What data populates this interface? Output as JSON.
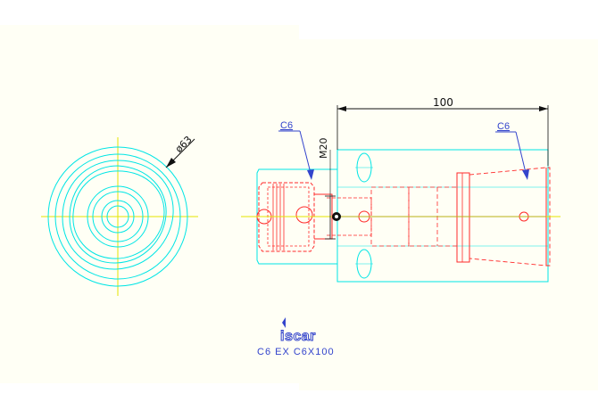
{
  "dimensions": {
    "diameter": "ø63",
    "length": "100",
    "thread": "M20"
  },
  "labels": {
    "left": "C6",
    "right": "C6"
  },
  "logo": {
    "text": "iscar"
  },
  "title_block": {
    "designation": "C6 EX C6X100"
  },
  "colors": {
    "background": "#fffff5",
    "cyan": "#00e5e5",
    "red": "#ff2a2a",
    "yellow": "#e6e600",
    "blue": "#3344cc",
    "dim": "#111111"
  }
}
